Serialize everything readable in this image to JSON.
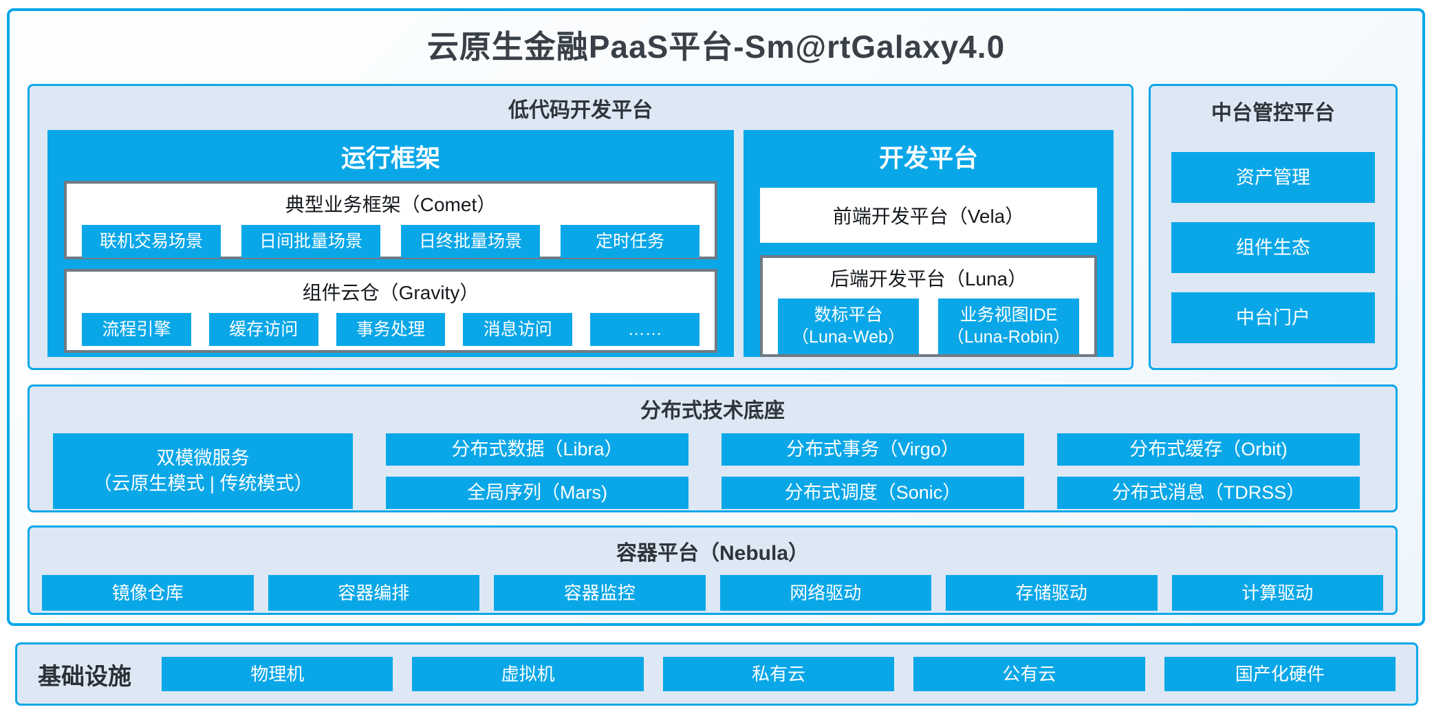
{
  "title": "云原生金融PaaS平台-Sm@rtGalaxy4.0",
  "colors": {
    "accent_blue": "#0aa7e8",
    "section_bg": "#dde8f4",
    "card_border_gray": "#6f7a84",
    "heading_text": "#2e343a",
    "chip_text": "#ffffff"
  },
  "lowcode": {
    "label": "低代码开发平台",
    "runtime": {
      "label": "运行框架",
      "comet": {
        "label": "典型业务框架（Comet）",
        "chips": [
          "联机交易场景",
          "日间批量场景",
          "日终批量场景",
          "定时任务"
        ]
      },
      "gravity": {
        "label": "组件云仓（Gravity）",
        "chips": [
          "流程引擎",
          "缓存访问",
          "事务处理",
          "消息访问",
          "……"
        ]
      }
    },
    "dev": {
      "label": "开发平台",
      "vela_label": "前端开发平台（Vela）",
      "luna": {
        "label": "后端开发平台（Luna）",
        "chips": [
          {
            "line1": "数标平台",
            "line2": "（Luna-Web）"
          },
          {
            "line1": "业务视图IDE",
            "line2": "（Luna-Robin）"
          }
        ]
      }
    }
  },
  "midplatform": {
    "label": "中台管控平台",
    "chips": [
      "资产管理",
      "组件生态",
      "中台门户"
    ]
  },
  "distributed": {
    "label": "分布式技术底座",
    "dual_mode": {
      "line1": "双模微服务",
      "line2": "（云原生模式 | 传统模式）"
    },
    "columns": [
      [
        "分布式数据（Libra）",
        "全局序列（Mars)"
      ],
      [
        "分布式事务（Virgo）",
        "分布式调度（Sonic）"
      ],
      [
        "分布式缓存（Orbit)",
        "分布式消息（TDRSS）"
      ]
    ]
  },
  "container_platform": {
    "label": "容器平台（Nebula）",
    "chips": [
      "镜像仓库",
      "容器编排",
      "容器监控",
      "网络驱动",
      "存储驱动",
      "计算驱动"
    ]
  },
  "infrastructure": {
    "label": "基础设施",
    "chips": [
      "物理机",
      "虚拟机",
      "私有云",
      "公有云",
      "国产化硬件"
    ]
  }
}
